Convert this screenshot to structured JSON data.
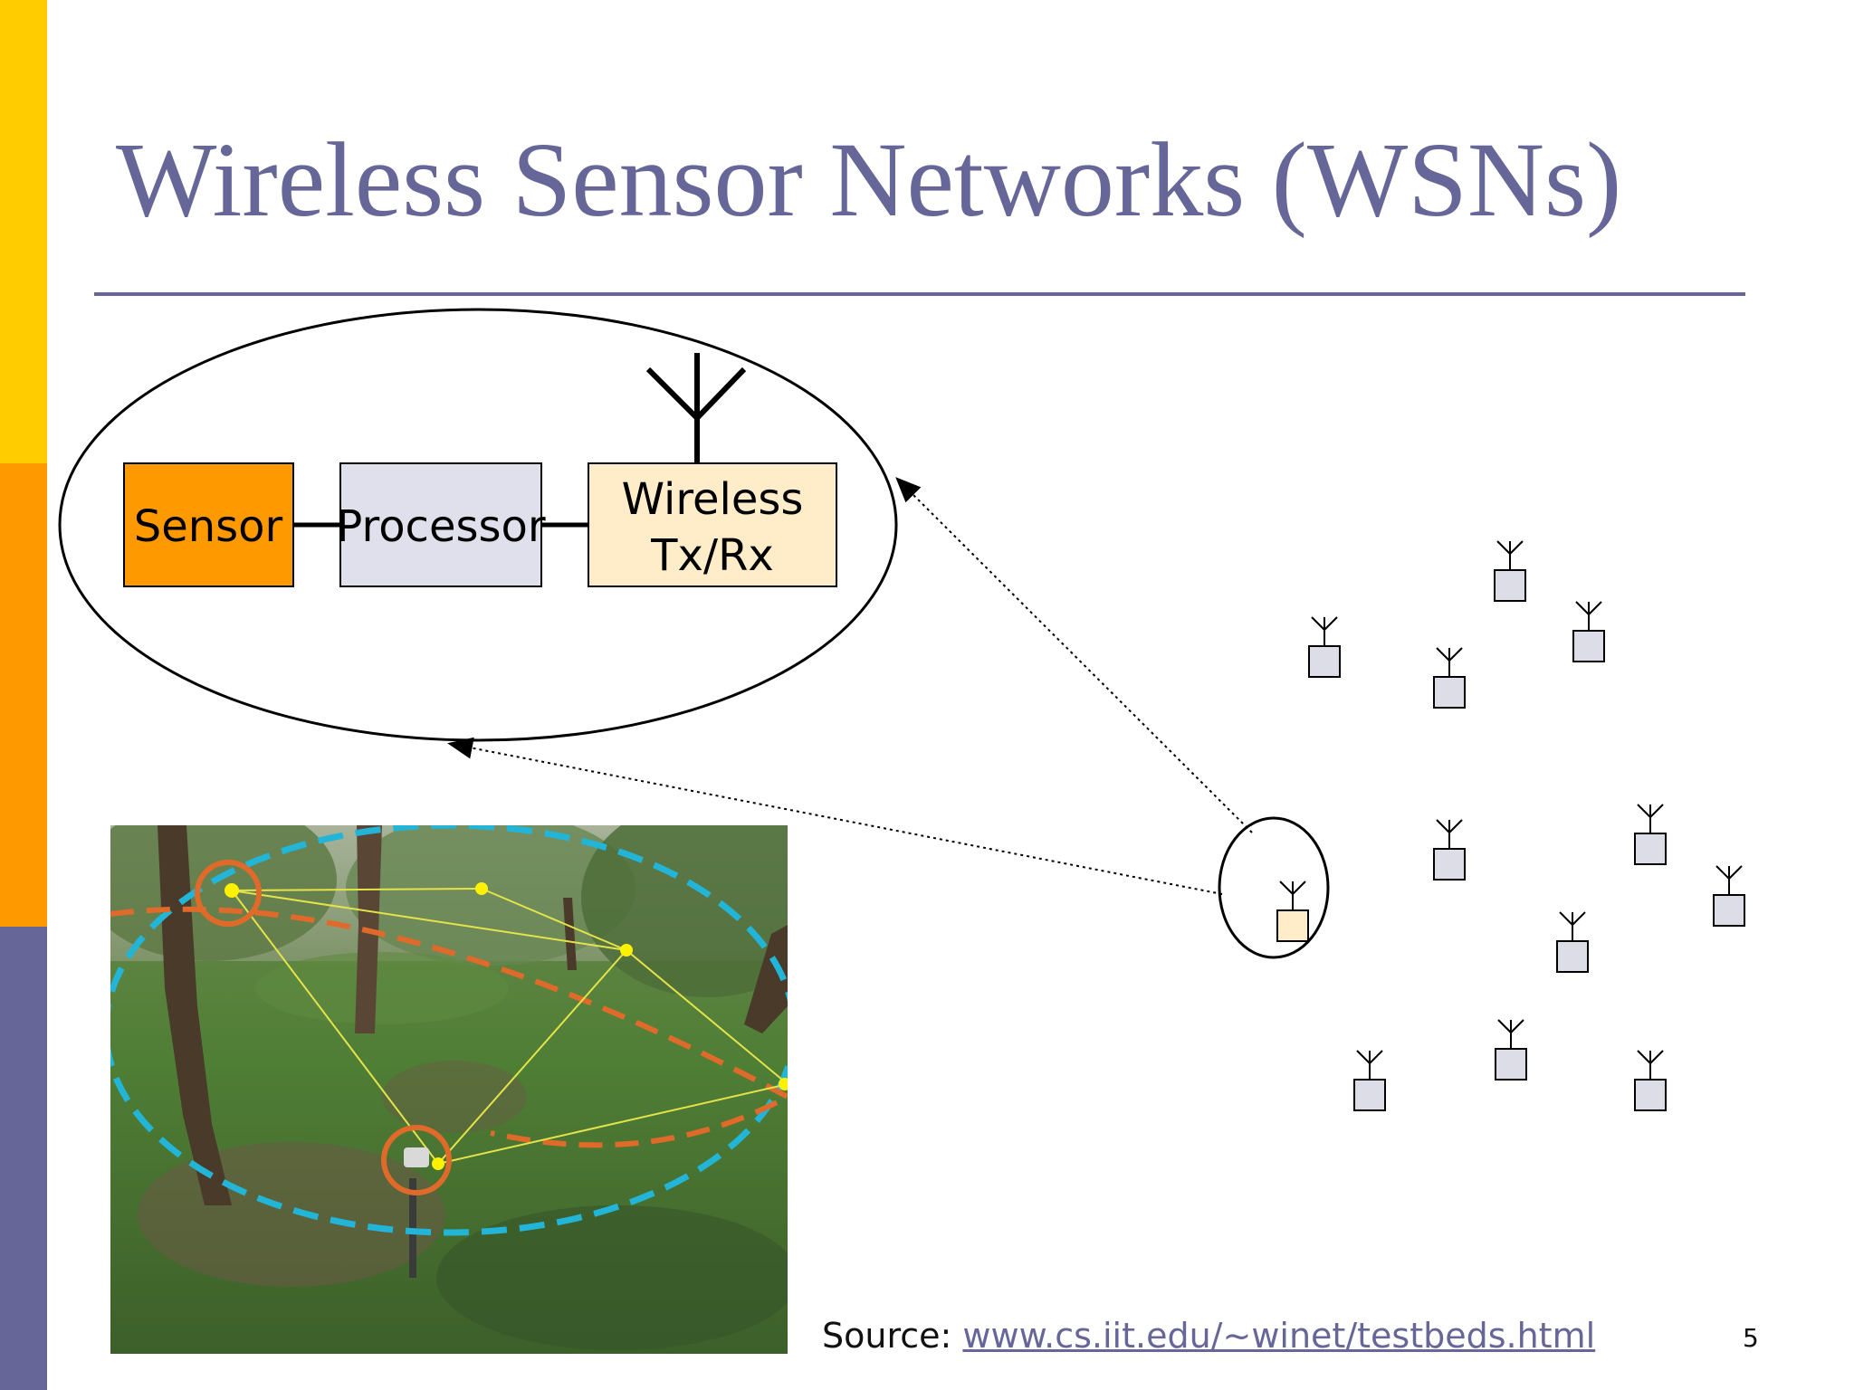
{
  "slide": {
    "title": "Wireless Sensor Networks (WSNs)",
    "page_number": "5"
  },
  "node_blocks": {
    "sensor": "Sensor",
    "processor": "Processor",
    "wireless_line1": "Wireless",
    "wireless_line2": "Tx/Rx"
  },
  "source": {
    "prefix": "Source: ",
    "link_text": "www.cs.iit.edu/~winet/testbeds.html"
  },
  "colors": {
    "accent": "#666699",
    "sidebar_top": "#FFCC00",
    "sidebar_mid": "#FF9900",
    "sidebar_bottom": "#666699",
    "sensor_block": "#FF9900",
    "processor_block": "#E0E0EC",
    "wireless_block": "#FFEDC9",
    "node_fill": "#DDDDE8",
    "highlight_node_fill": "#FFEDC9"
  }
}
